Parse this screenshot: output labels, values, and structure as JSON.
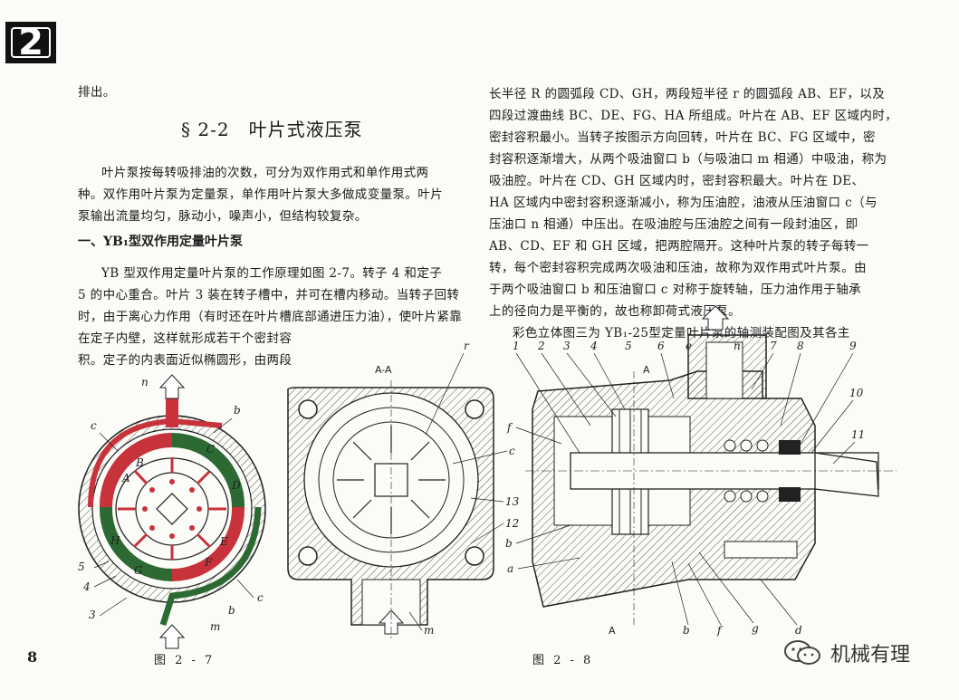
{
  "chapter_badge": "2",
  "left_column": {
    "lines_top": [
      "排出。"
    ],
    "section_heading": "§ 2-2　叶片式液压泵",
    "intro": [
      "叶片泵按每转吸排油的次数，可分为双作用式和单作用式两",
      "种。双作用叶片泵为定量泵，单作用叶片泵大多做成变量泵。叶片",
      "泵输出流量均匀，脉动小，噪声小，但结构较复杂。"
    ],
    "subheading": "一、YB₁型双作用定量叶片泵",
    "body": [
      "YB 型双作用定量叶片泵的工作原理如图 2-7。转子 4 和定子",
      "5 的中心重合。叶片 3 装在转子槽中，并可在槽内移动。当转子回转",
      "时，由于离心力作用（有时还在叶片槽底部通进压力油），使叶片紧靠",
      "在定子内壁，这样就形成若干个密封容",
      "积。定子的内表面近似椭圆形，由两段"
    ]
  },
  "right_column": {
    "lines": [
      "长半径 R 的圆弧段 CD、GH，两段短半径 r 的圆弧段 AB、EF，以及",
      "四段过渡曲线 BC、DE、FG、HA 所组成。叶片在 AB、EF 区域内时，",
      "密封容积最小。当转子按图示方向回转，叶片在 BC、FG 区域中，密",
      "封容积逐渐增大，从两个吸油窗口 b（与吸油口 m 相通）中吸油，称为",
      "吸油腔。叶片在 CD、GH 区域内时，密封容积最大。叶片在 DE、",
      "HA 区域内中密封容积逐渐减小，称为压油腔，油液从压油窗口 c（与",
      "压油口 n 相通）中压出。在吸油腔与压油腔之间有一段封油区，即",
      "AB、CD、EF 和 GH 区域，把两腔隔开。这种叶片泵的转子每转一",
      "转，每个密封容积完成两次吸油和压油，故称为双作用式叶片泵。由",
      "于两个吸油窗口 b 和压油窗口 c 对称于旋转轴，压力油作用于轴承",
      "上的径向力是平衡的，故也称卸荷式液压泵。",
      "彩色立体图三为 YB₁-25型定量叶片泵的轴测装配图及其各主"
    ]
  },
  "figure_2_7": {
    "labels": [
      "n",
      "b",
      "c",
      "A",
      "B",
      "C",
      "D",
      "E",
      "F",
      "G",
      "H",
      "5",
      "4",
      "3",
      "m",
      "b",
      "c"
    ]
  },
  "figure_2_7b": {
    "section_label": "A-A",
    "labels": [
      "r",
      "c",
      "13",
      "12",
      "m"
    ]
  },
  "figure_2_8": {
    "labels": [
      "1",
      "2",
      "3",
      "4",
      "5",
      "6",
      "e",
      "n",
      "7",
      "8",
      "9",
      "10",
      "11",
      "f",
      "b",
      "a",
      "A",
      "A",
      "b",
      "f",
      "g",
      "d"
    ]
  },
  "captions": {
    "fig_2_7": "图 2 - 7",
    "fig_2_8": "图 2 - 8"
  },
  "page_number": "8",
  "watermark": "机械有理",
  "colors": {
    "red": "#c8323a",
    "green": "#2d6a33",
    "ink": "#1b1b1b"
  }
}
